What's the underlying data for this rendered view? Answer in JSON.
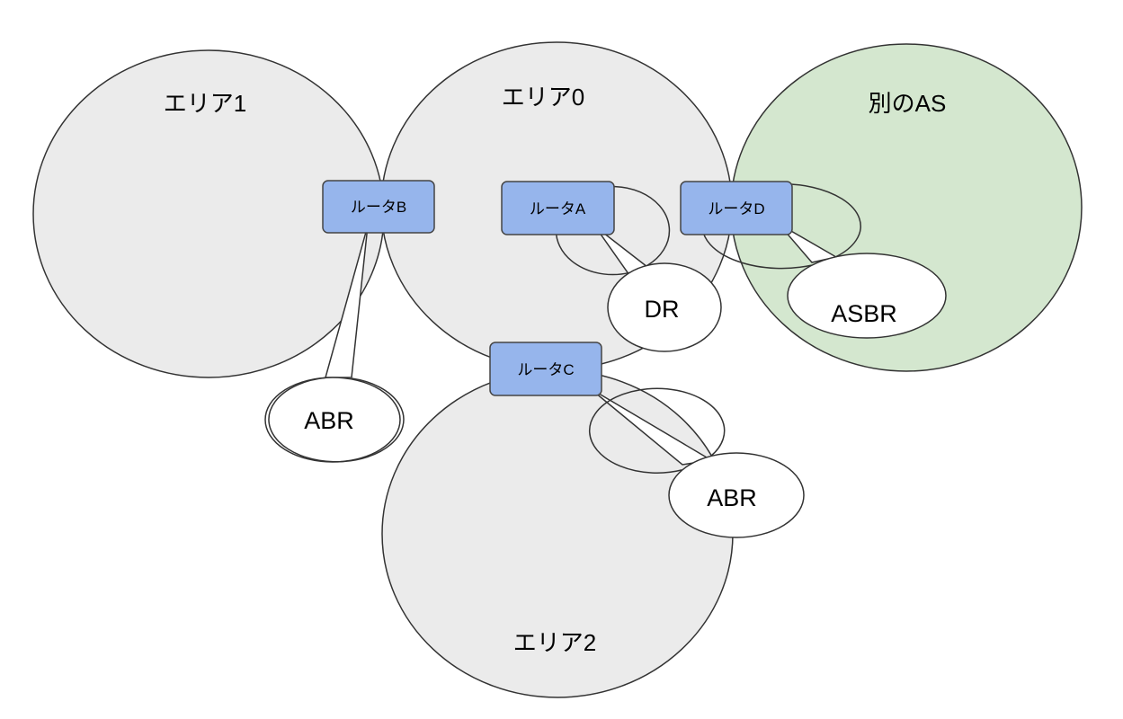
{
  "colors": {
    "area_fill": "#ebebeb",
    "external_as_fill": "#d4e7cf",
    "router_fill": "#96b5ec",
    "callout_fill": "#ffffff",
    "stroke": "#333333"
  },
  "areas": {
    "area1": {
      "label": "エリア1"
    },
    "area0": {
      "label": "エリア0"
    },
    "area2": {
      "label": "エリア2"
    },
    "external_as": {
      "label": "別のAS"
    }
  },
  "routers": {
    "router_a": {
      "label": "ルータA"
    },
    "router_b": {
      "label": "ルータB"
    },
    "router_c": {
      "label": "ルータC"
    },
    "router_d": {
      "label": "ルータD"
    }
  },
  "callouts": {
    "router_b_role": {
      "label": "ABR"
    },
    "router_a_role": {
      "label": "DR"
    },
    "router_c_role": {
      "label": "ABR"
    },
    "router_d_role": {
      "label": "ASBR"
    }
  }
}
